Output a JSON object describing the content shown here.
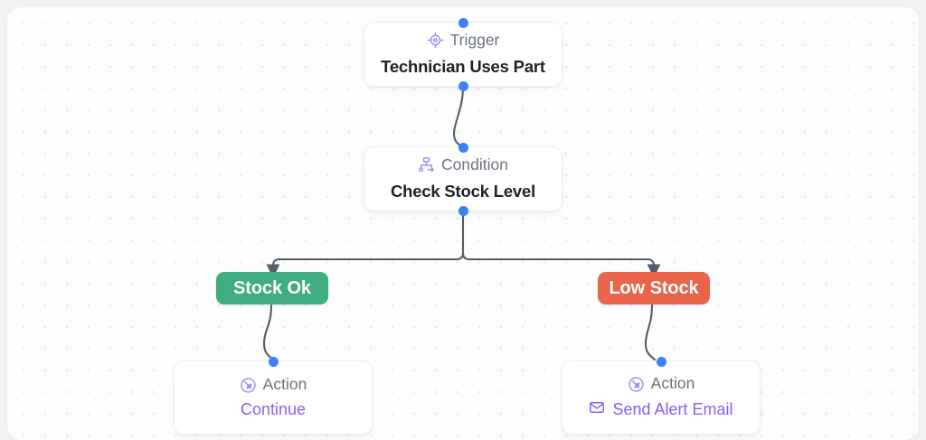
{
  "canvas": {
    "background_color": "#fdfdfd",
    "page_background_color": "#f1f2f4",
    "grid": "dot-grid",
    "grid_dot_color": "#e9eaec"
  },
  "colors": {
    "accent_purple": "#8b5cf6",
    "kind_label_gray": "#6b7280",
    "title_dark": "#1f2226",
    "port_blue": "#3b82f6",
    "edge_gray": "#555d6b",
    "branch_true_green": "#3fad7f",
    "branch_false_red": "#e8654c",
    "card_white": "#ffffff",
    "card_border": "#eceef1"
  },
  "nodes": [
    {
      "id": "trigger",
      "kind_label": "Trigger",
      "kind_icon": "crosshair-target-icon",
      "title": "Technician Uses Part"
    },
    {
      "id": "condition",
      "kind_label": "Condition",
      "kind_icon": "branch-split-icon",
      "title": "Check Stock Level"
    },
    {
      "id": "action-continue",
      "kind_label": "Action",
      "kind_icon": "action-cursor-circle-icon",
      "value_label": "Continue",
      "value_icon": null
    },
    {
      "id": "action-send-alert-email",
      "kind_label": "Action",
      "kind_icon": "action-cursor-circle-icon",
      "value_label": "Send Alert Email",
      "value_icon": "envelope-icon"
    }
  ],
  "branches": [
    {
      "id": "branch-stock-ok",
      "label": "Stock Ok",
      "color": "#3fad7f"
    },
    {
      "id": "branch-low-stock",
      "label": "Low Stock",
      "color": "#e8654c"
    }
  ]
}
